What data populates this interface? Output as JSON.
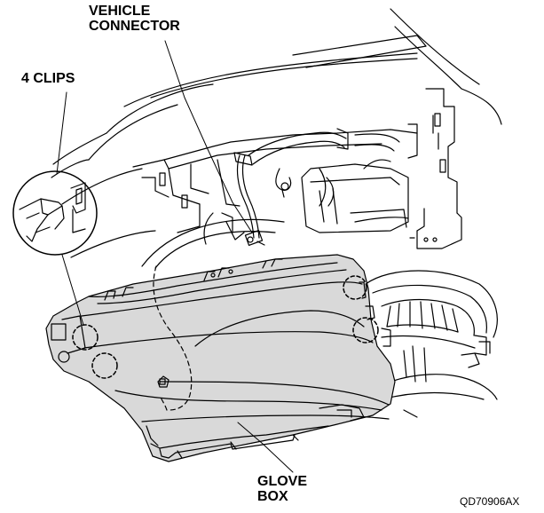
{
  "labels": {
    "vehicle_connector": "VEHICLE\nCONNECTOR",
    "clips": "4 CLIPS",
    "glove_box": "GLOVE\nBOX"
  },
  "figure_code": "QD70906AX",
  "colors": {
    "ink": "#000000",
    "glove_box_fill": "#d9d9d9",
    "background": "#ffffff"
  }
}
